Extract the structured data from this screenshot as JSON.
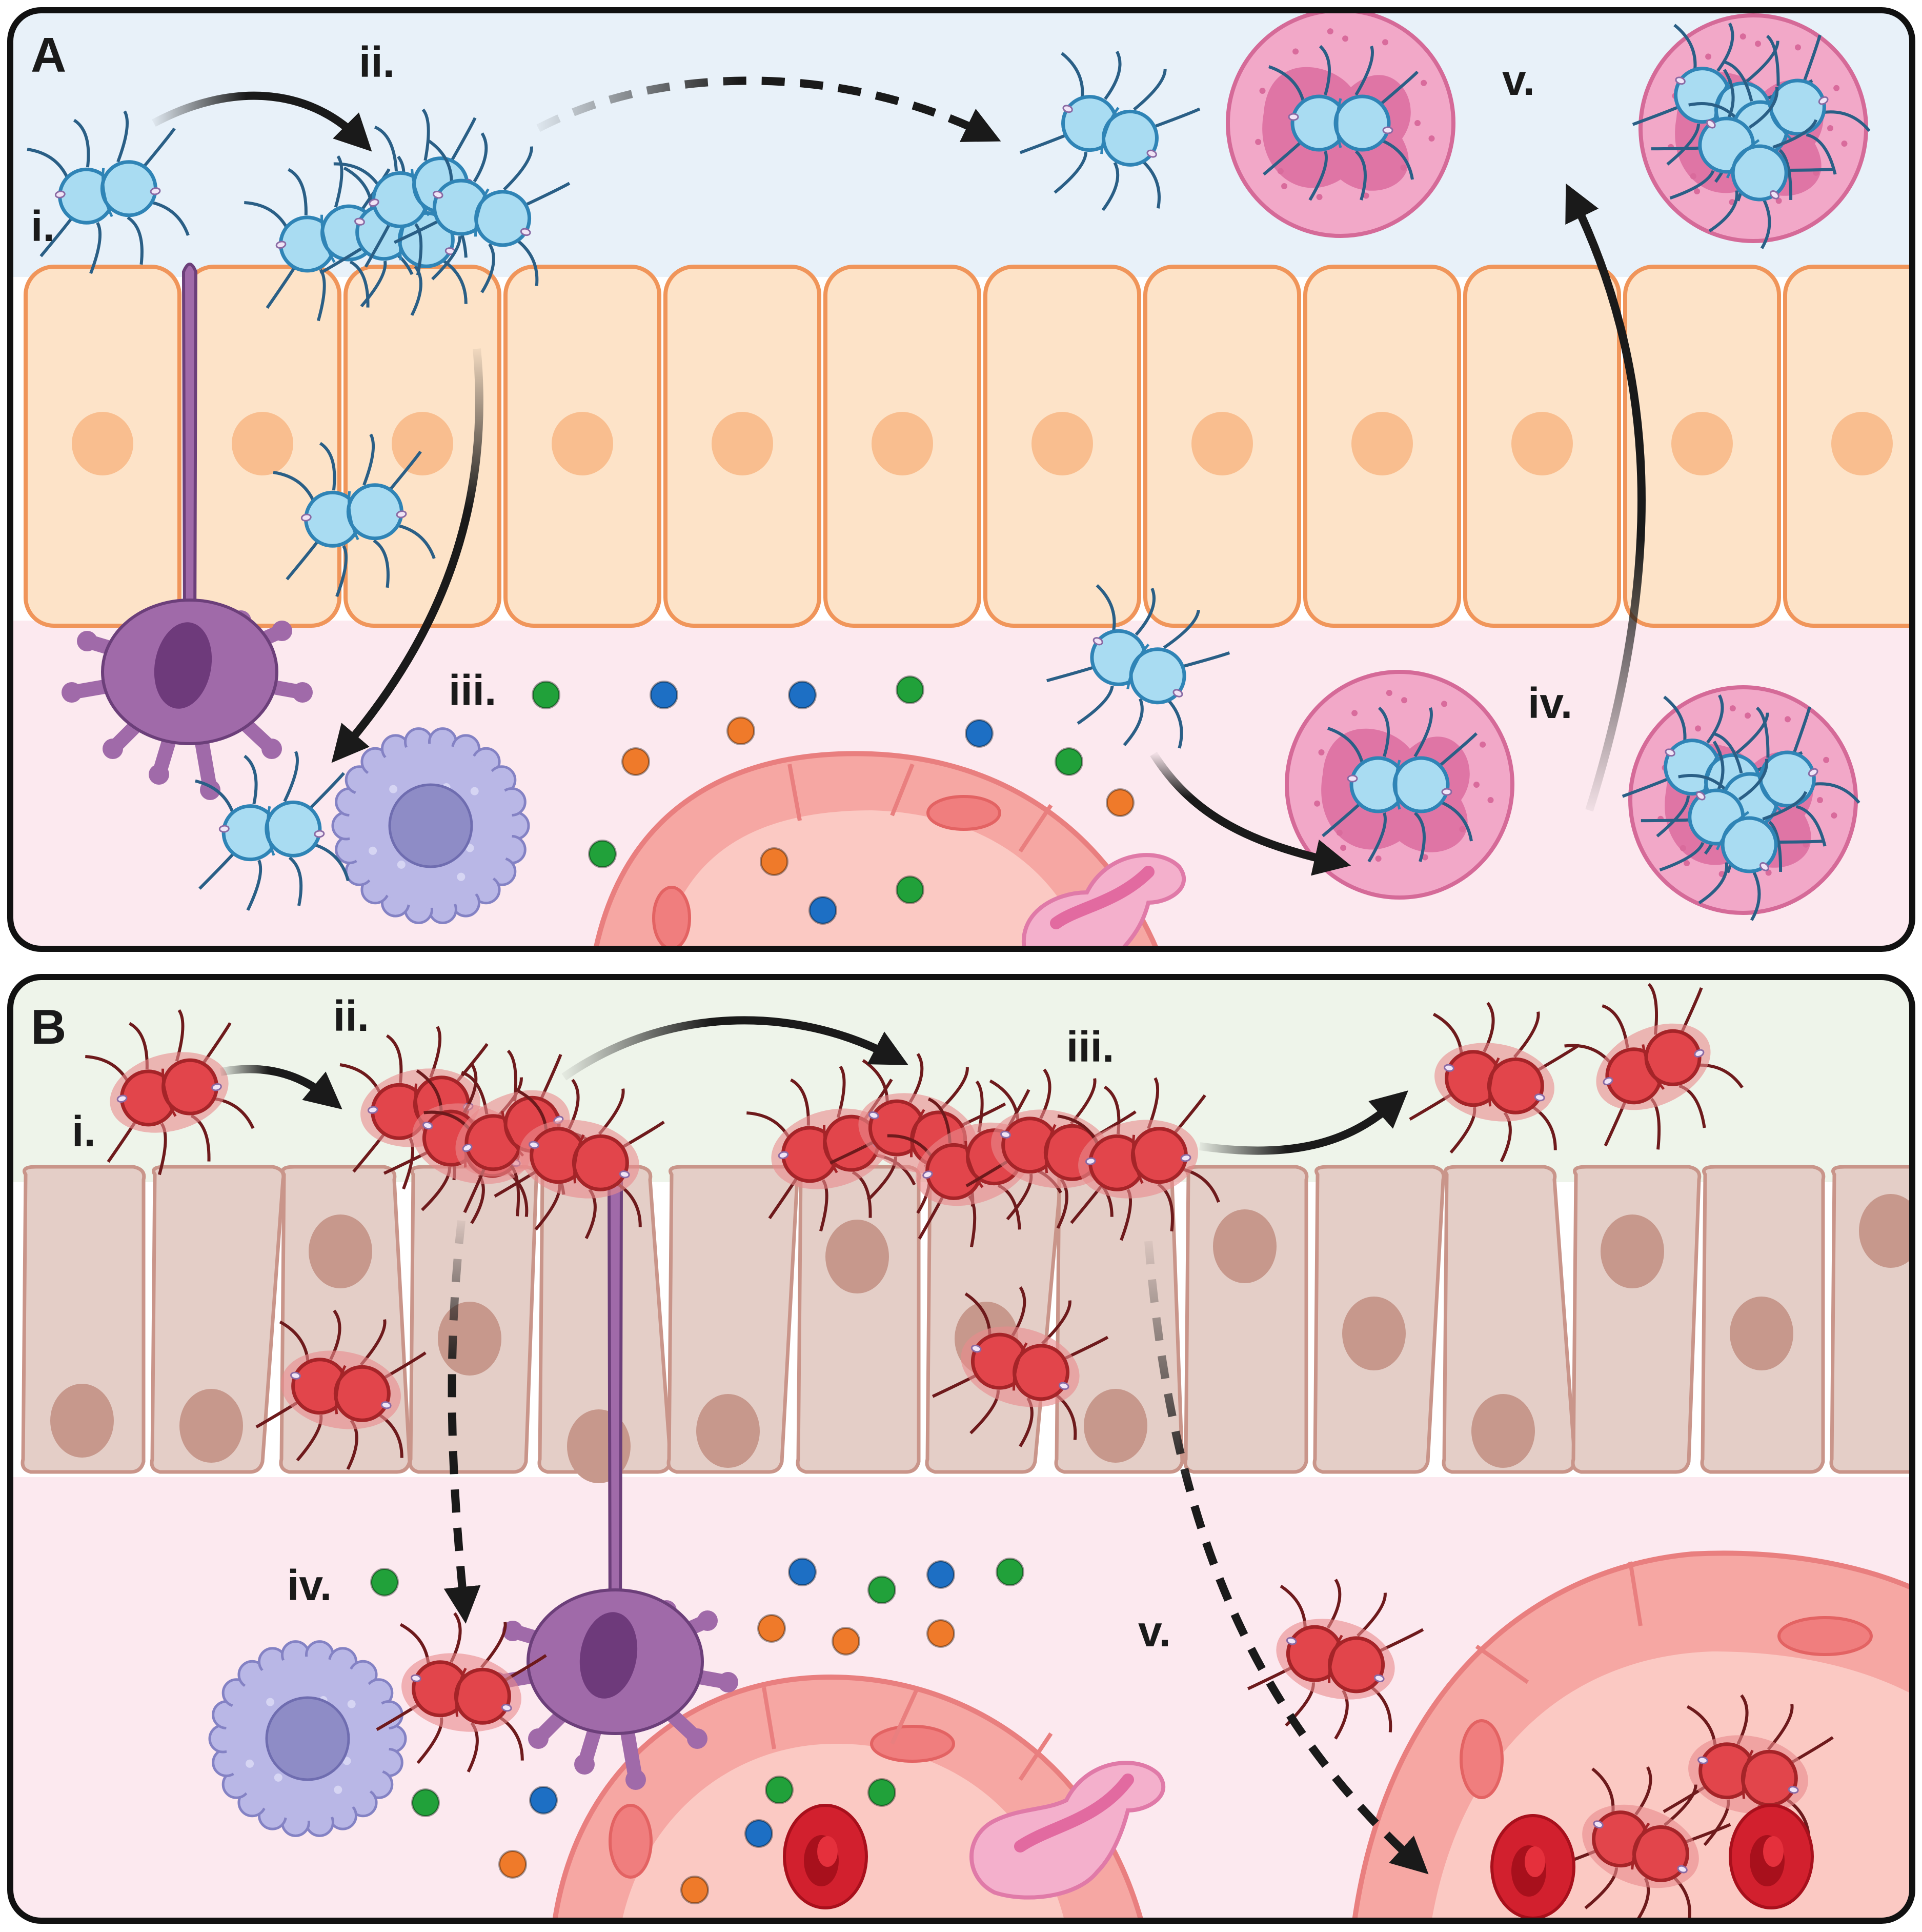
{
  "panel_a": {
    "letter": "A",
    "steps": [
      "i.",
      "ii.",
      "iii.",
      "iv.",
      "v."
    ]
  },
  "panel_b": {
    "letter": "B",
    "steps": [
      "i.",
      "ii.",
      "iii.",
      "iv.",
      "v."
    ]
  },
  "colors": {
    "lumen_a": "#e8f1f9",
    "lumen_b": "#eef4ea",
    "epithelium_a": "#fde3c8",
    "epithelium_a_border": "#f0955a",
    "epithelium_b": "#e4cec7",
    "epithelium_b_border": "#c9958a",
    "submucosa": "#fce9ef",
    "bacteria_blue": "#a9dcf2",
    "bacteria_blue_border": "#2f84b6",
    "bacteria_red": "#e2454b",
    "bacteria_red_border": "#a52428",
    "dendritic_cell": "#a06aa9",
    "macrophage": "#b9b7e6",
    "neutrophil": "#f2a8c8",
    "vessel": "#f6a7a3",
    "red_blood_cell": "#d2202e",
    "cytokine_green": "#21a13a",
    "cytokine_blue": "#1d6fc4",
    "cytokine_orange": "#ef7a2a",
    "arrow": "#1a1a1a"
  },
  "icons": [
    "bacterium-icon",
    "dendritic-cell-icon",
    "macrophage-icon",
    "neutrophil-icon",
    "blood-vessel-icon",
    "red-blood-cell-icon",
    "cytokine-icon",
    "arrow-icon"
  ]
}
